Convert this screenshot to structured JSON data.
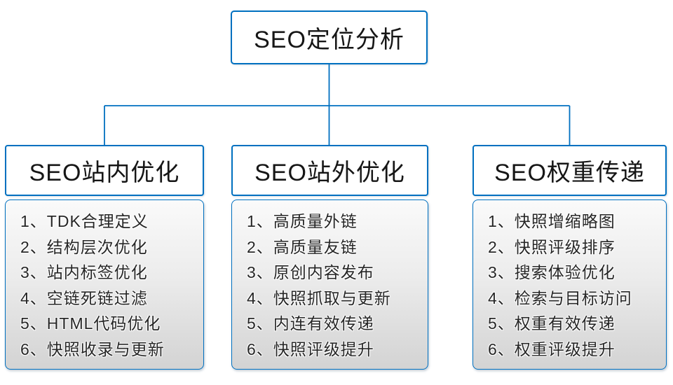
{
  "colors": {
    "accent": "#0070c0",
    "node_background": "#ffffff",
    "title_text": "#161616",
    "item_text": "#262626",
    "list_gradient_top": "#fafafa",
    "list_gradient_bottom": "#d3d3d3"
  },
  "root": {
    "title": "SEO定位分析"
  },
  "columns": [
    {
      "id": "onsite",
      "title": "SEO站内优化",
      "items": [
        "1、TDK合理定义",
        "2、结构层次优化",
        "3、站内标签优化",
        "4、空链死链过滤",
        "5、HTML代码优化",
        "6、快照收录与更新"
      ]
    },
    {
      "id": "offsite",
      "title": "SEO站外优化",
      "items": [
        "1、高质量外链",
        "2、高质量友链",
        "3、原创内容发布",
        "4、快照抓取与更新",
        "5、内连有效传递",
        "6、快照评级提升"
      ]
    },
    {
      "id": "weight",
      "title": "SEO权重传递",
      "items": [
        "1、快照增缩略图",
        "2、快照评级排序",
        "3、搜索体验优化",
        "4、检索与目标访问",
        "5、权重有效传递",
        "6、权重评级提升"
      ]
    }
  ]
}
